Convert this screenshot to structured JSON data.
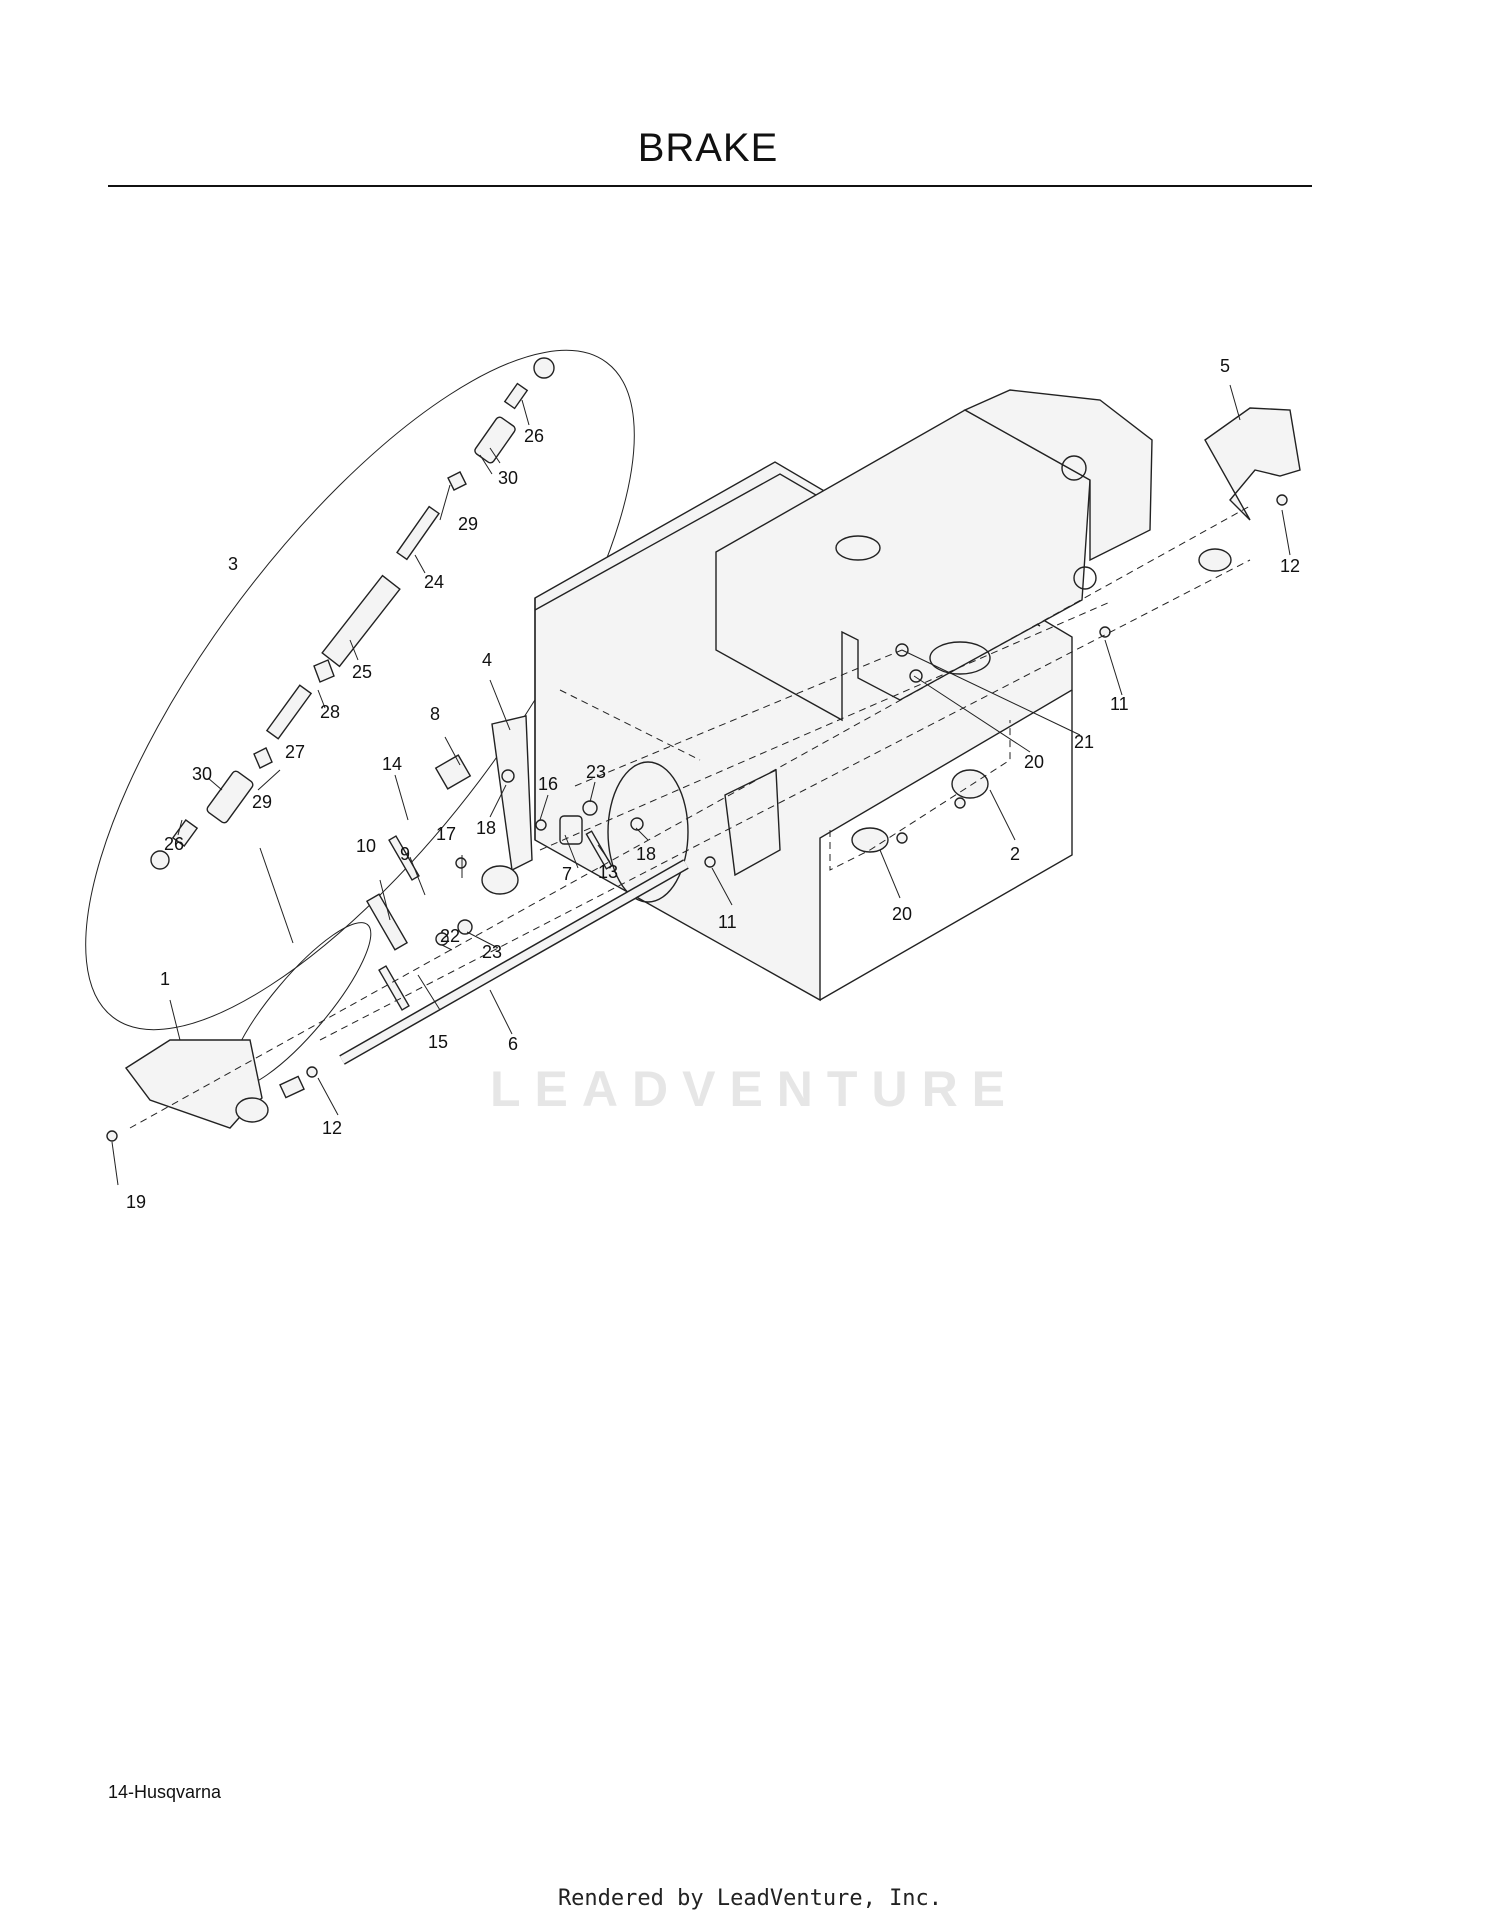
{
  "header": {
    "title": "BRAKE"
  },
  "footer": {
    "page_label": "14-Husqvarna",
    "rendered_by": "Rendered by LeadVenture, Inc."
  },
  "watermark": {
    "brand": "LEADVENTURE"
  },
  "callouts": [
    "1",
    "2",
    "3",
    "4",
    "5",
    "6",
    "7",
    "8",
    "9",
    "10",
    "11",
    "11",
    "12",
    "12",
    "13",
    "14",
    "15",
    "16",
    "17",
    "18",
    "18",
    "19",
    "20",
    "20",
    "21",
    "22",
    "23",
    "23",
    "24",
    "25",
    "26",
    "26",
    "27",
    "28",
    "29",
    "29",
    "30",
    "30"
  ]
}
